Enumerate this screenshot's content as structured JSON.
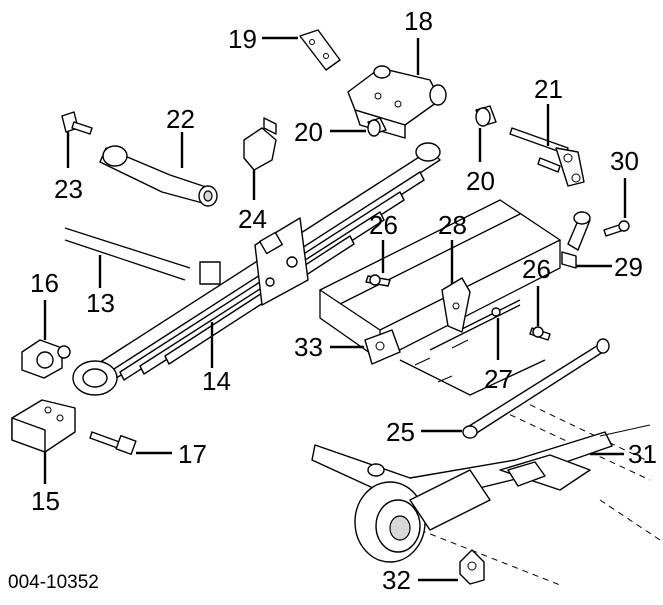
{
  "figure_id": "004-10352",
  "callouts": {
    "c13": "13",
    "c14": "14",
    "c15": "15",
    "c16": "16",
    "c17": "17",
    "c18": "18",
    "c19": "19",
    "c20a": "20",
    "c20b": "20",
    "c21": "21",
    "c22": "22",
    "c23": "23",
    "c24": "24",
    "c25": "25",
    "c26a": "26",
    "c26b": "26",
    "c27": "27",
    "c28": "28",
    "c29": "29",
    "c30": "30",
    "c31": "31",
    "c32": "32",
    "c33": "33"
  }
}
